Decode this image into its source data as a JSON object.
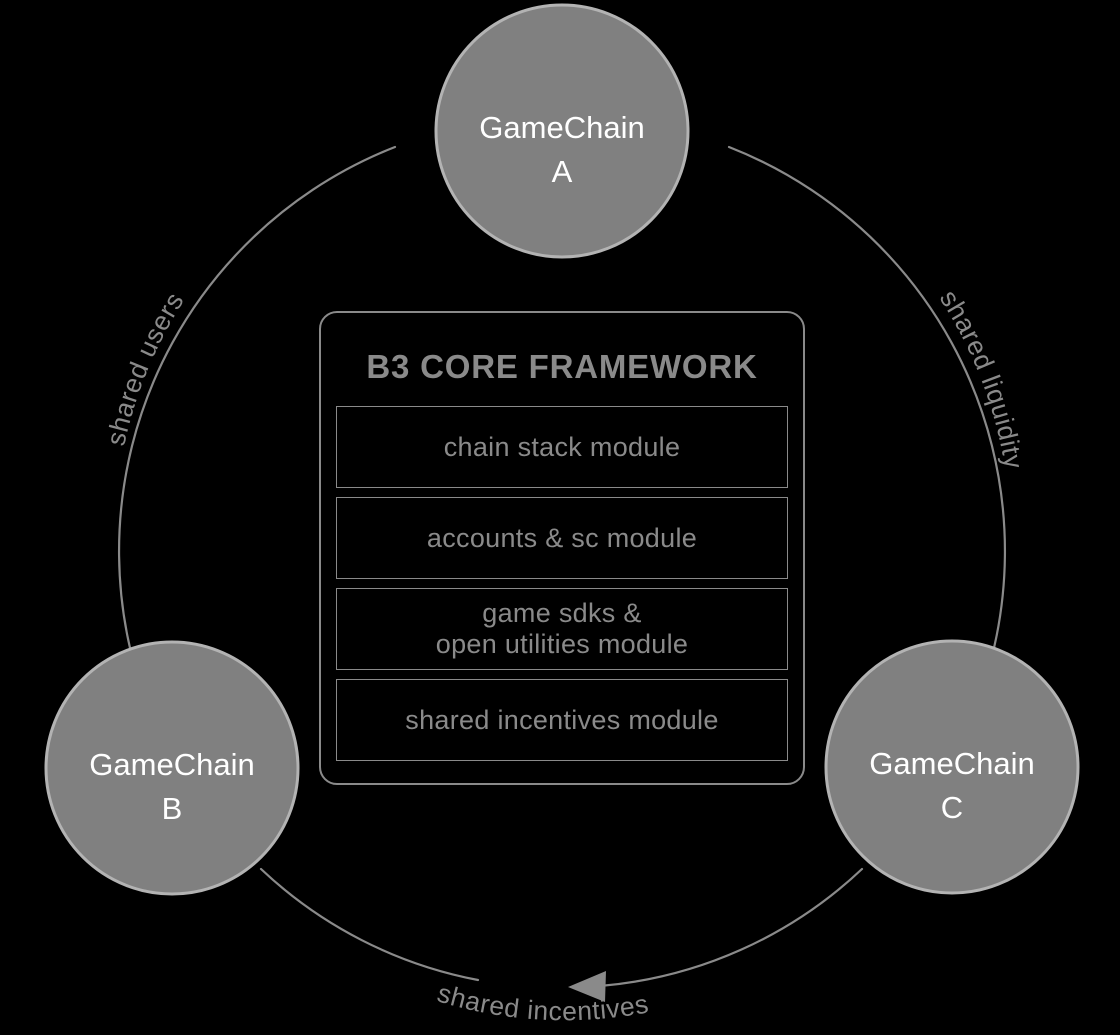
{
  "diagram": {
    "title": "B3 Core Framework shared ecosystem diagram",
    "background_color": "#000000",
    "node_fill_color": "#808080",
    "node_border_color": "#b3b3b3",
    "node_text_color": "#ffffff",
    "line_color": "#8a8a8a",
    "framework_text_color": "#8a8a8a"
  },
  "nodes": [
    {
      "id": "gamechain-a",
      "name": "GameChain",
      "suffix": "A",
      "position": "top"
    },
    {
      "id": "gamechain-b",
      "name": "GameChain",
      "suffix": "B",
      "position": "bottom-left"
    },
    {
      "id": "gamechain-c",
      "name": "GameChain",
      "suffix": "C",
      "position": "bottom-right"
    }
  ],
  "connections": [
    {
      "id": "shared-users",
      "label": "shared users",
      "position": "upper-left-arc"
    },
    {
      "id": "shared-liquidity",
      "label": "shared liquidity",
      "position": "upper-right-arc"
    },
    {
      "id": "shared-incentives",
      "label": "shared incentives",
      "position": "bottom-arc",
      "has_arrowhead": true,
      "arrow_direction": "left"
    }
  ],
  "framework": {
    "title": "B3 CORE FRAMEWORK",
    "modules": [
      {
        "id": "chain-stack",
        "label": "chain stack module"
      },
      {
        "id": "accounts-sc",
        "label": "accounts & sc module"
      },
      {
        "id": "game-sdks",
        "label": "game sdks &\nopen utilities module"
      },
      {
        "id": "shared-incentives",
        "label": "shared incentives module"
      }
    ]
  }
}
